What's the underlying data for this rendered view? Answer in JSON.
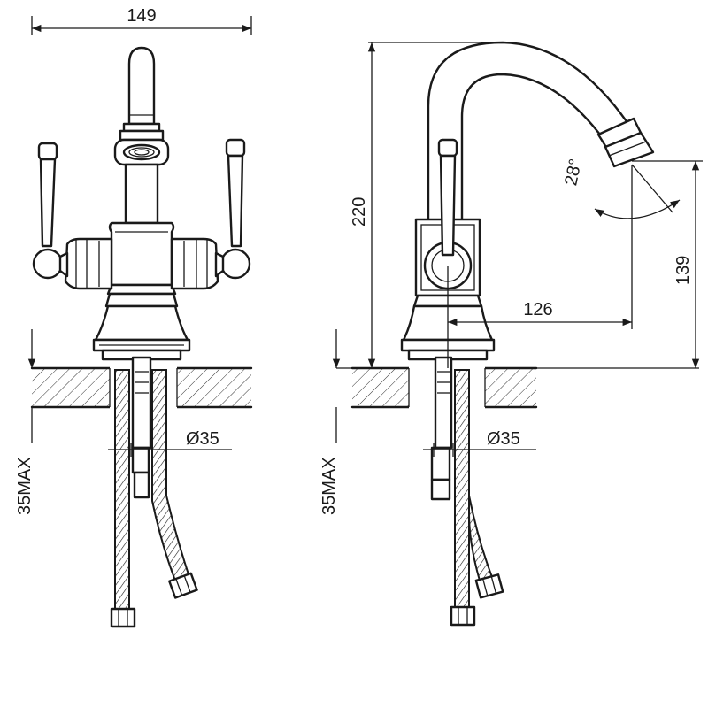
{
  "dimensions": {
    "front_width": "149",
    "front_bore": "Ø35",
    "front_max": "35MAX",
    "side_height": "220",
    "side_reach": "126",
    "side_outlet_height": "139",
    "side_angle": "28°",
    "side_bore": "Ø35",
    "side_max": "35MAX"
  }
}
